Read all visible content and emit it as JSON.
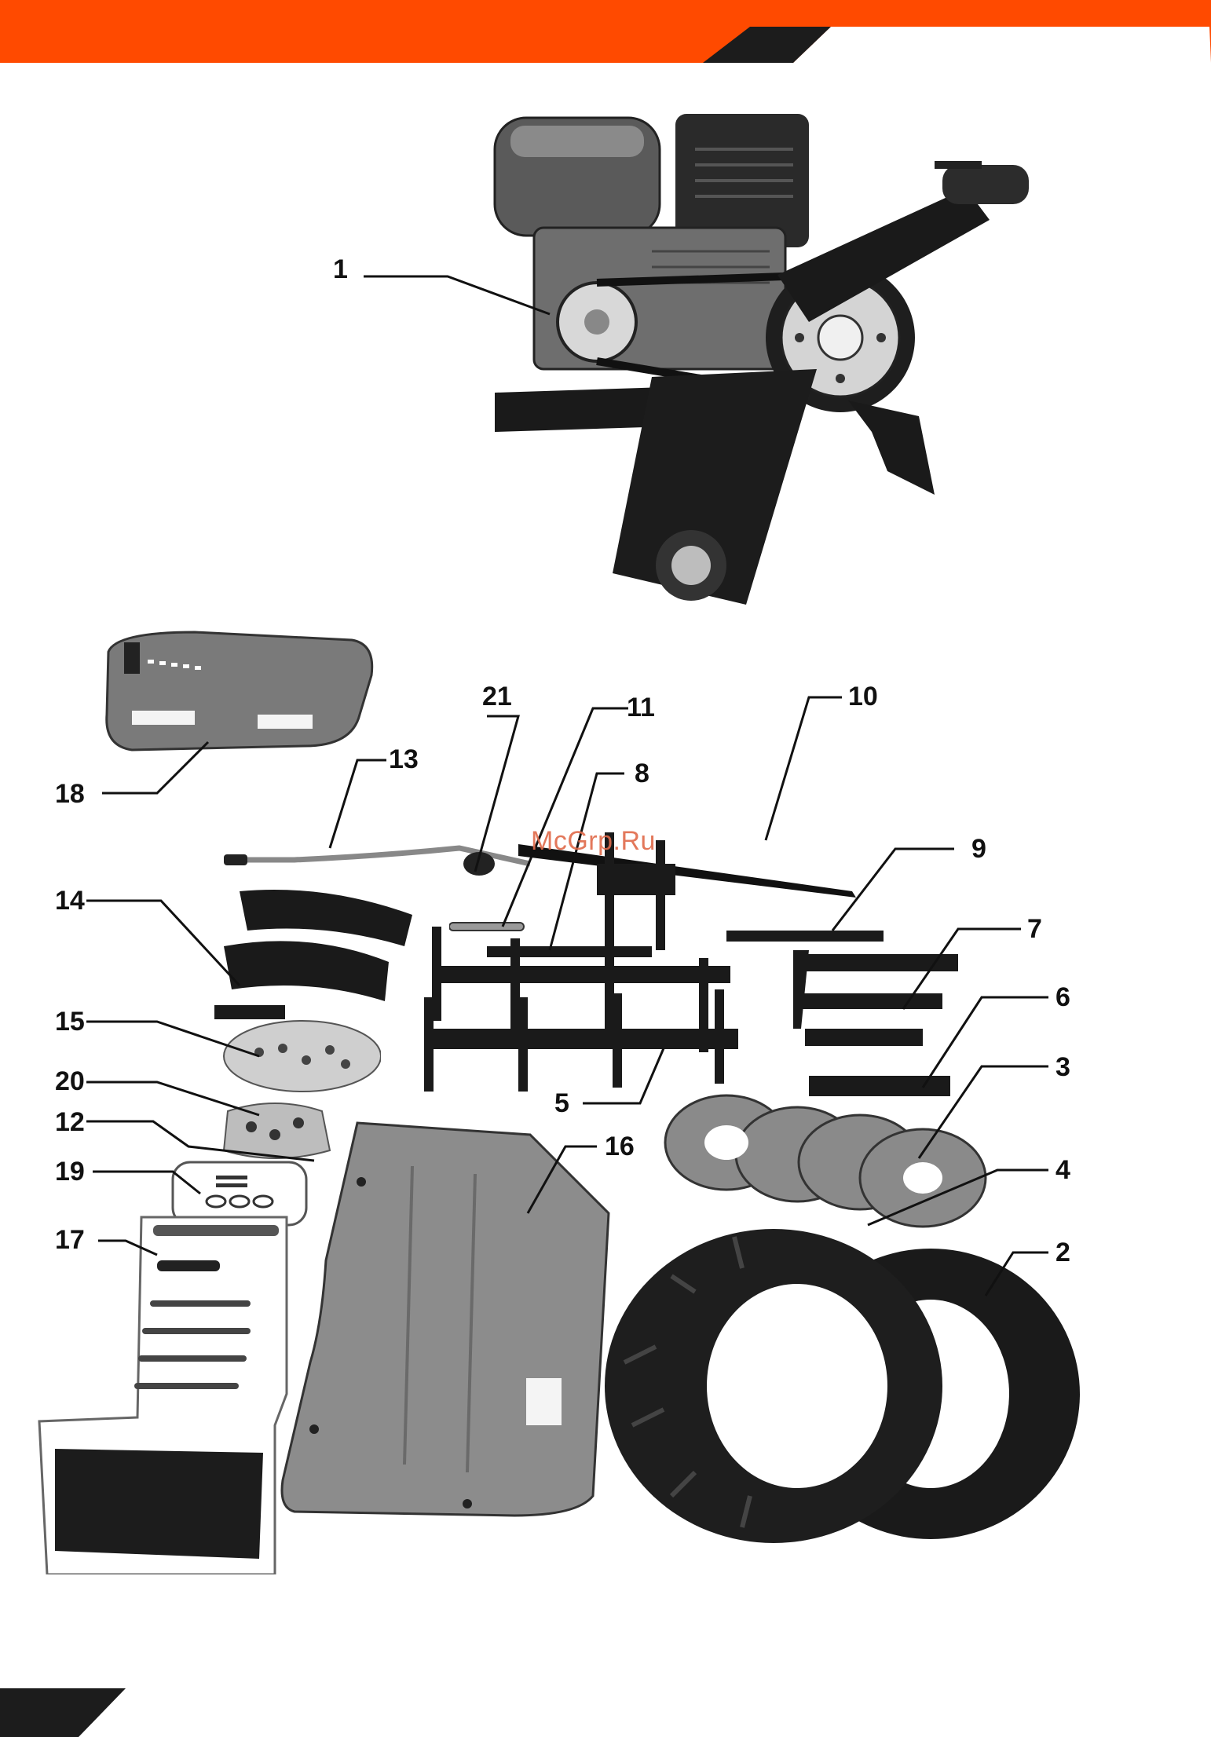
{
  "header": {
    "accent_color": "#ff4a00",
    "dark_color": "#1c1c1c"
  },
  "watermark": {
    "text": "McGrp.Ru"
  },
  "callouts": [
    {
      "id": "1",
      "label": "1"
    },
    {
      "id": "2",
      "label": "2"
    },
    {
      "id": "3",
      "label": "3"
    },
    {
      "id": "4",
      "label": "4"
    },
    {
      "id": "5",
      "label": "5"
    },
    {
      "id": "6",
      "label": "6"
    },
    {
      "id": "7",
      "label": "7"
    },
    {
      "id": "8",
      "label": "8"
    },
    {
      "id": "9",
      "label": "9"
    },
    {
      "id": "10",
      "label": "10"
    },
    {
      "id": "11",
      "label": "11"
    },
    {
      "id": "12",
      "label": "12"
    },
    {
      "id": "13",
      "label": "13"
    },
    {
      "id": "14",
      "label": "14"
    },
    {
      "id": "15",
      "label": "15"
    },
    {
      "id": "16",
      "label": "16"
    },
    {
      "id": "17",
      "label": "17"
    },
    {
      "id": "18",
      "label": "18"
    },
    {
      "id": "19",
      "label": "19"
    },
    {
      "id": "20",
      "label": "20"
    },
    {
      "id": "21",
      "label": "21"
    }
  ]
}
